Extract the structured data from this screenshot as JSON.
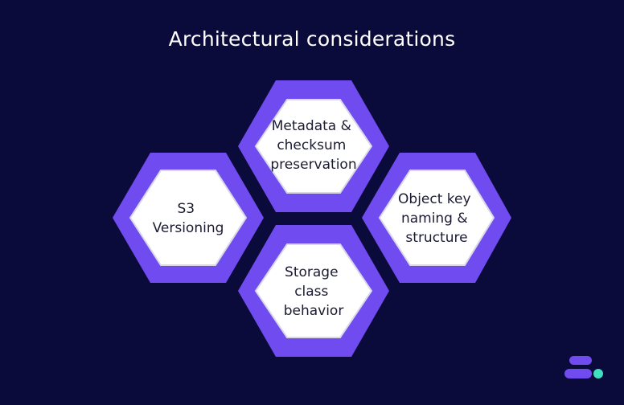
{
  "title": "Architectural considerations",
  "colors": {
    "background": "#0b0b3b",
    "hex_outer": "#6f4bf0",
    "hex_inner": "#ffffff",
    "logo_dot": "#3fe0c0"
  },
  "hexagons": [
    {
      "id": "metadata",
      "lines": [
        "Metadata &",
        "checksum",
        "preservation"
      ]
    },
    {
      "id": "versioning",
      "lines": [
        "S3",
        "Versioning"
      ]
    },
    {
      "id": "object-key",
      "lines": [
        "Object key",
        "naming &",
        "structure"
      ]
    },
    {
      "id": "storage-class",
      "lines": [
        "Storage",
        "class",
        "behavior"
      ]
    }
  ]
}
